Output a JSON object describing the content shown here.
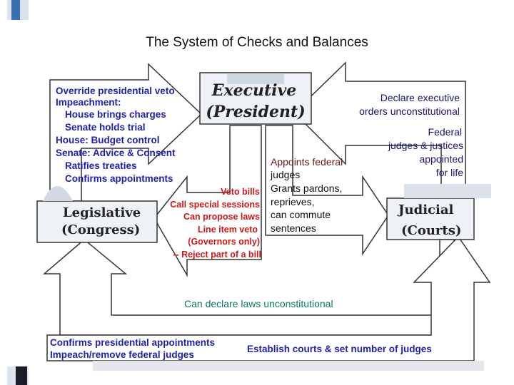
{
  "title": "The System of Checks and Balances",
  "executive": {
    "line1": "Executive",
    "line2": "(President)"
  },
  "legislative": {
    "line1": "Legislative",
    "line2": "(Congress)"
  },
  "judicial": {
    "line1": "Judicial",
    "line2": "(Courts)"
  },
  "legislative_on_executive": [
    "Override presidential veto",
    "Impeachment:",
    "House brings charges",
    "Senate holds trial",
    "House: Budget control",
    "Senate: Advice & Consent",
    "Ratifies treaties",
    "Confirms appointments"
  ],
  "judicial_on_executive": [
    "Declare executive",
    "orders unconstitutional"
  ],
  "executive_on_judicial_appointment": [
    "Federal",
    "judges & justices",
    "appointed",
    "for life"
  ],
  "executive_on_judicial": [
    "Appoints federal",
    "judges",
    "Grants pardons,",
    "reprieves,",
    "can commute",
    "sentences"
  ],
  "executive_on_legislative": [
    "Veto bills",
    "Call special sessions",
    "Can propose laws",
    "Line item veto",
    "(Governors only)",
    "-- Reject part of a bill"
  ],
  "judicial_on_legislative": "Can declare laws unconstitutional",
  "legislative_on_judicial_left": [
    "Confirms presidential appointments",
    "Impeach/remove federal judges"
  ],
  "legislative_on_judicial_right": "Establish courts & set number of judges",
  "colors": {
    "blue": "#1f1fae",
    "red": "#d01818",
    "navy": "#14146e",
    "green": "#0b7a62",
    "outline": "#333333"
  }
}
